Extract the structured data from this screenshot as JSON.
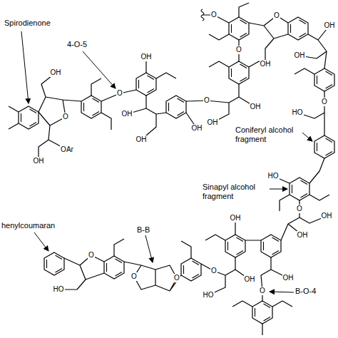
{
  "diagram": {
    "labels": [
      "Spirodienone",
      "4-O-5",
      "Coniferyl alcohol fragment",
      "Sinapyl alcohol fragment",
      "henylcoumaran",
      "B-B",
      "B-O-4",
      "OH",
      "O",
      "OH",
      "OAr",
      "O",
      "OH",
      "OH",
      "OH",
      "OH",
      "O",
      "O",
      "OH",
      "O",
      "OH",
      "O",
      "OH",
      "OH",
      "OH",
      "O",
      "HO",
      "HO",
      "O",
      "OH",
      "OH",
      "OH",
      "OH",
      "O",
      "OH",
      "HO",
      "O",
      "O",
      "O",
      "O",
      "HO"
    ]
  }
}
